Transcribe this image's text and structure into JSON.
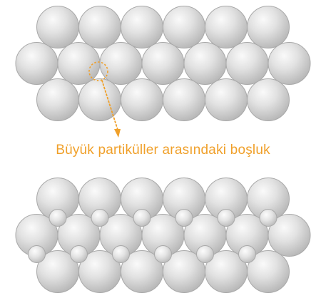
{
  "diagram": {
    "caption": "Büyük partiküller arasındaki boşluk",
    "accent_color": "#F0A02A",
    "particle_color": "#CFCFCF",
    "particle_edge_color": "#A9A9A9",
    "top_arrangement": {
      "label": "",
      "rows": [
        6,
        7,
        6
      ],
      "small_particles": 0
    },
    "bottom_arrangement": {
      "label": "",
      "rows": [
        6,
        7,
        6
      ],
      "small_particles": 12
    }
  }
}
